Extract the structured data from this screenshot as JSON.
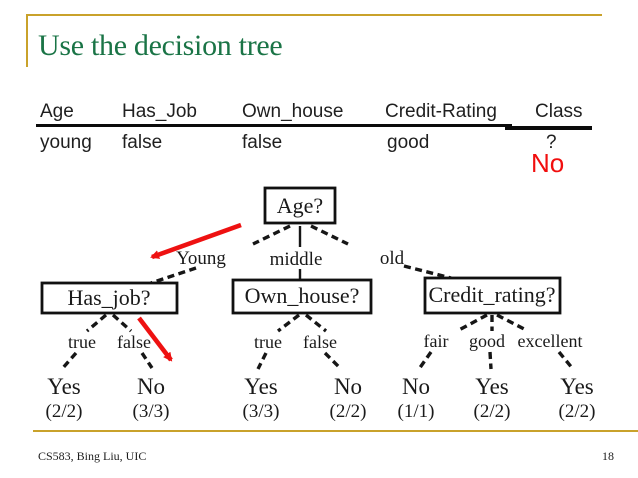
{
  "slide": {
    "title": "Use the decision tree",
    "footer_left": "CS583, Bing Liu, UIC",
    "page_number": "18"
  },
  "colors": {
    "accent_gold": "#C9A22B",
    "title_green": "#1A7446",
    "highlight_red": "#EE1111",
    "tree_ink": "#1A1A1A"
  },
  "table": {
    "columns": [
      {
        "header": "Age",
        "value": "young"
      },
      {
        "header": "Has_Job",
        "value": "false"
      },
      {
        "header": "Own_house",
        "value": "false"
      },
      {
        "header": "Credit-Rating",
        "value": "good"
      },
      {
        "header": "Class",
        "value": "?"
      }
    ],
    "prediction": "No"
  },
  "tree": {
    "root": {
      "label": "Age?"
    },
    "root_branches": [
      "Young",
      "middle",
      "old"
    ],
    "nodes": [
      {
        "label": "Has_job?"
      },
      {
        "label": "Own_house?"
      },
      {
        "label": "Credit_rating?"
      }
    ],
    "branch_labels": {
      "has_job": [
        "true",
        "false"
      ],
      "own_house": [
        "true",
        "false"
      ],
      "credit_rating": [
        "fair",
        "good",
        "excellent"
      ]
    },
    "leaves": [
      {
        "label": "Yes",
        "count": "(2/2)"
      },
      {
        "label": "No",
        "count": "(3/3)"
      },
      {
        "label": "Yes",
        "count": "(3/3)"
      },
      {
        "label": "No",
        "count": "(2/2)"
      },
      {
        "label": "No",
        "count": "(1/1)"
      },
      {
        "label": "Yes",
        "count": "(2/2)"
      },
      {
        "label": "Yes",
        "count": "(2/2)"
      }
    ]
  }
}
